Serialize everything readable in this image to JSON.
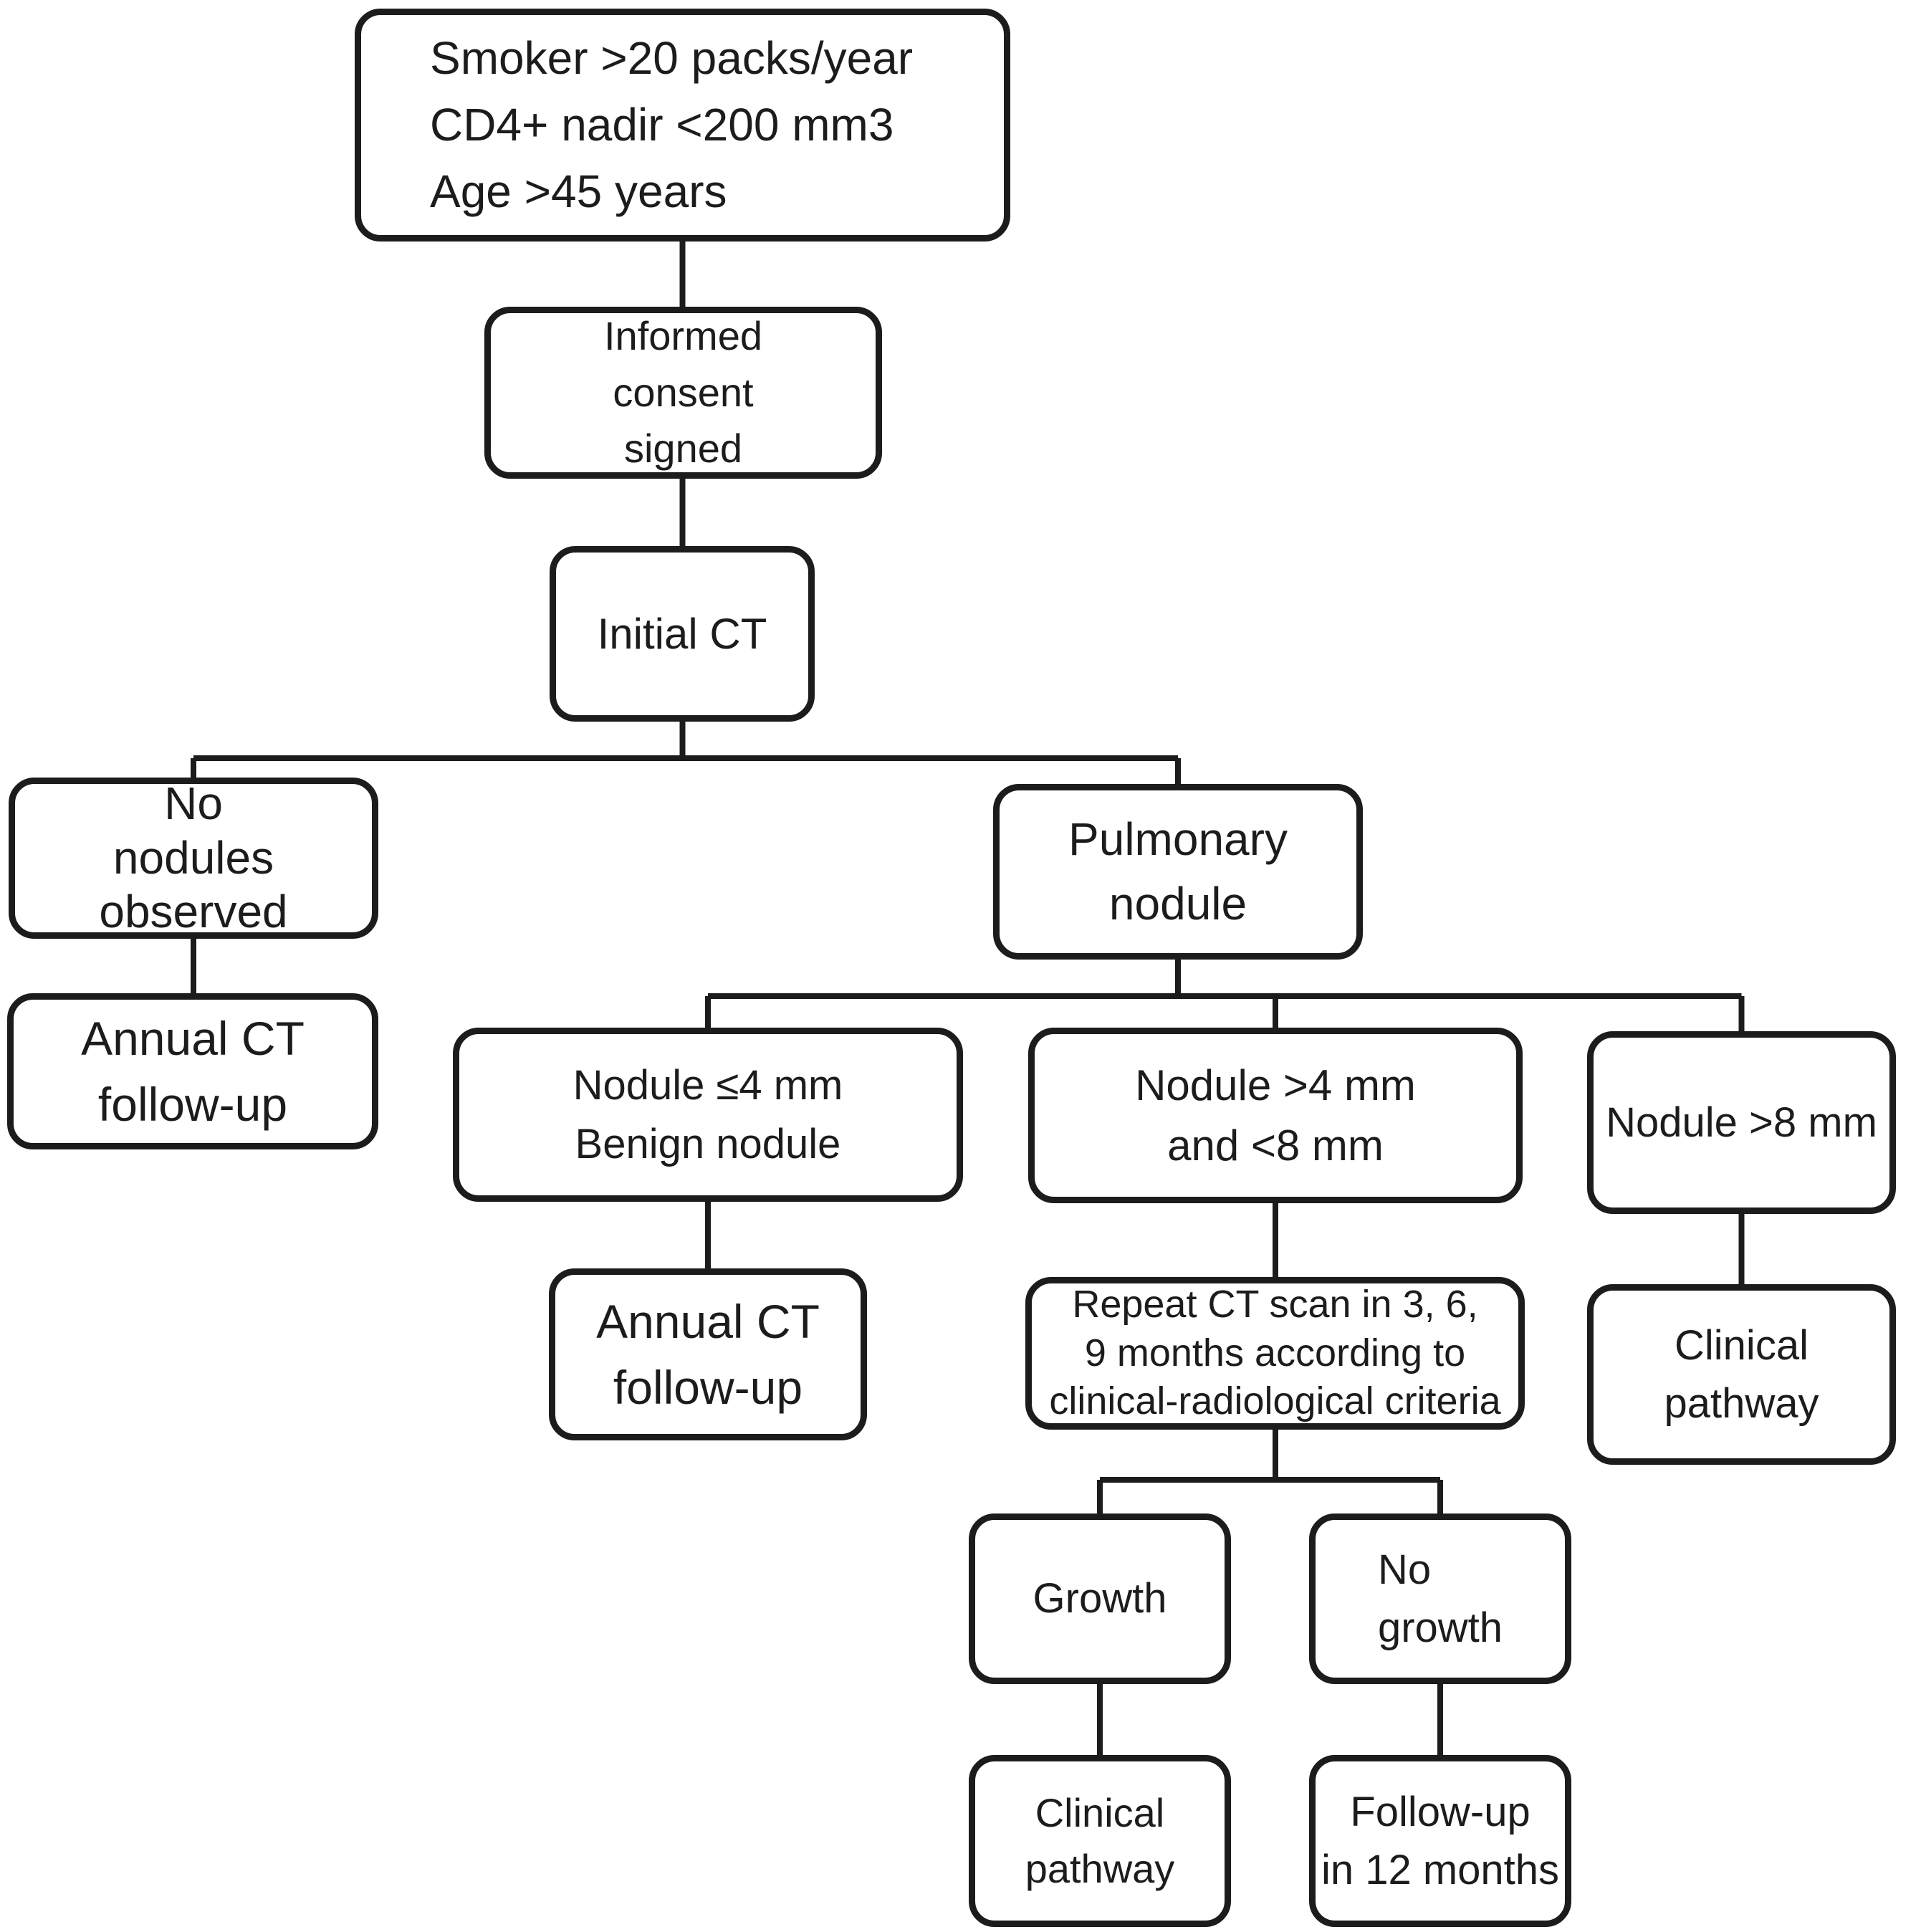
{
  "colors": {
    "line": "#1c1c1c",
    "box_background": "#ffffff",
    "text": "#1c1c1c"
  },
  "nodes": {
    "criteria": {
      "lines": [
        "Smoker >20 packs/year",
        "CD4+ nadir <200 mm3",
        "Age >45 years"
      ]
    },
    "consent": {
      "lines": [
        "Informed",
        "consent",
        "signed"
      ]
    },
    "initial_ct": {
      "label": "Initial CT"
    },
    "no_nodules": {
      "lines": [
        "No",
        "nodules",
        "observed"
      ]
    },
    "annual_ct_left": {
      "lines": [
        "Annual CT",
        "follow-up"
      ]
    },
    "pulmonary": {
      "lines": [
        "Pulmonary",
        "nodule"
      ]
    },
    "nodule_le4": {
      "lines": [
        "Nodule ≤4 mm",
        "Benign nodule"
      ]
    },
    "nodule_4_8": {
      "lines": [
        "Nodule >4 mm",
        "and <8 mm"
      ]
    },
    "nodule_gt8": {
      "label": "Nodule >8 mm"
    },
    "annual_ct_mid": {
      "lines": [
        "Annual CT",
        "follow-up"
      ]
    },
    "repeat_ct": {
      "lines": [
        "Repeat CT scan in 3, 6,",
        "9 months according to",
        "clinical-radiological criteria"
      ]
    },
    "clinical_pathway_right": {
      "lines": [
        "Clinical",
        "pathway"
      ]
    },
    "growth": {
      "label": "Growth"
    },
    "no_growth": {
      "lines": [
        "No",
        "growth"
      ]
    },
    "clinical_pathway_bottom": {
      "lines": [
        "Clinical",
        "pathway"
      ]
    },
    "followup_12": {
      "lines": [
        "Follow-up",
        "in 12 months"
      ]
    }
  }
}
